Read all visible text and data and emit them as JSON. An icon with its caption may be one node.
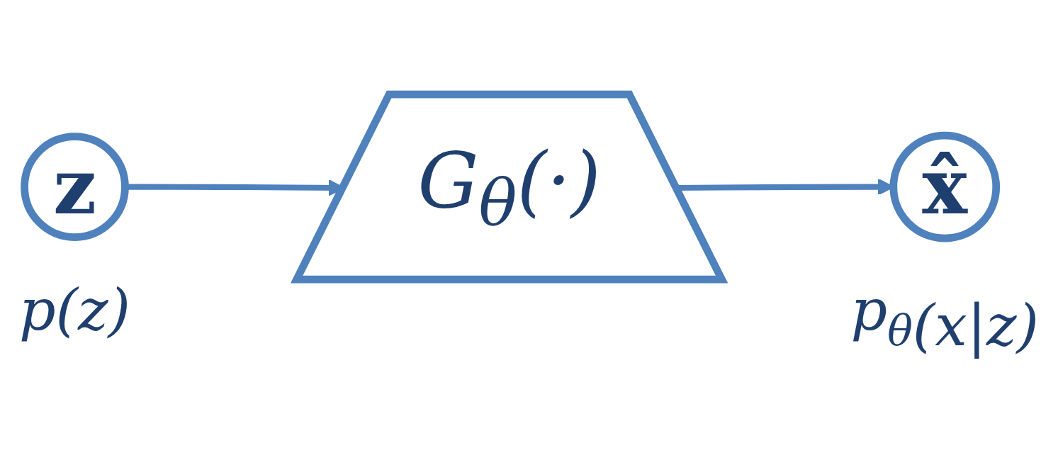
{
  "diagram": {
    "nodes": [
      {
        "text": [
          "z"
        ],
        "beside": [
          "p(z)"
        ]
      },
      {
        "text": [
          "G$_{θ}$(·)"
        ]
      },
      {
        "text": [
          "x̂"
        ],
        "beside": [
          "p$_{θ}$(x|z)"
        ]
      }
    ],
    "edges": [
      {
        "from": 0,
        "to": 1,
        "arrow": "to"
      },
      {
        "from": 1,
        "to": 2,
        "arrow": "to"
      }
    ]
  }
}
